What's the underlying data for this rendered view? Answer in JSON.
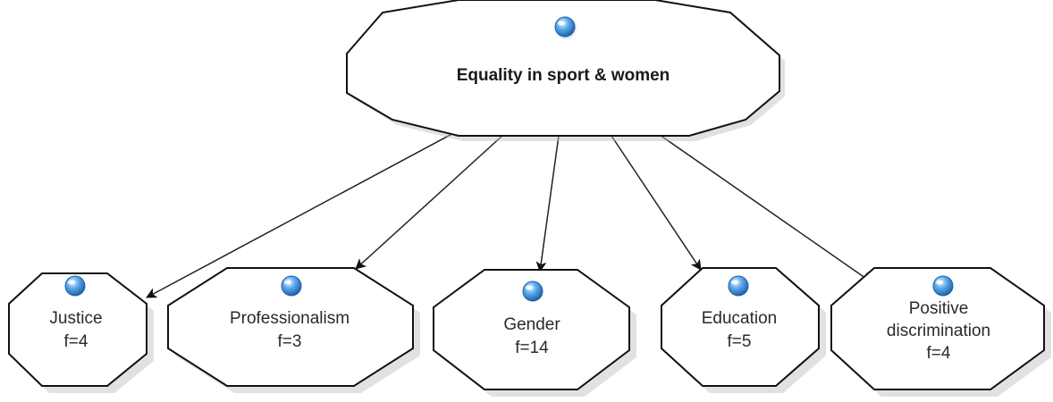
{
  "root": {
    "label": "Equality in sport & women",
    "icon": "blue-sphere-icon"
  },
  "children": [
    {
      "label_lines": [
        "Justice",
        "f=4"
      ],
      "icon": "blue-sphere-icon"
    },
    {
      "label_lines": [
        "Professionalism",
        "f=3"
      ],
      "icon": "blue-sphere-icon"
    },
    {
      "label_lines": [
        "Gender",
        "f=14"
      ],
      "icon": "blue-sphere-icon"
    },
    {
      "label_lines": [
        "Education",
        "f=5"
      ],
      "icon": "blue-sphere-icon"
    },
    {
      "label_lines": [
        "Positive",
        "discrimination",
        "f=4"
      ],
      "icon": "blue-sphere-icon"
    }
  ],
  "colors": {
    "sphere_light": "#e8f4ff",
    "sphere_mid": "#5aa8ea",
    "sphere_dark": "#1f5fa8",
    "stroke": "#111111"
  }
}
